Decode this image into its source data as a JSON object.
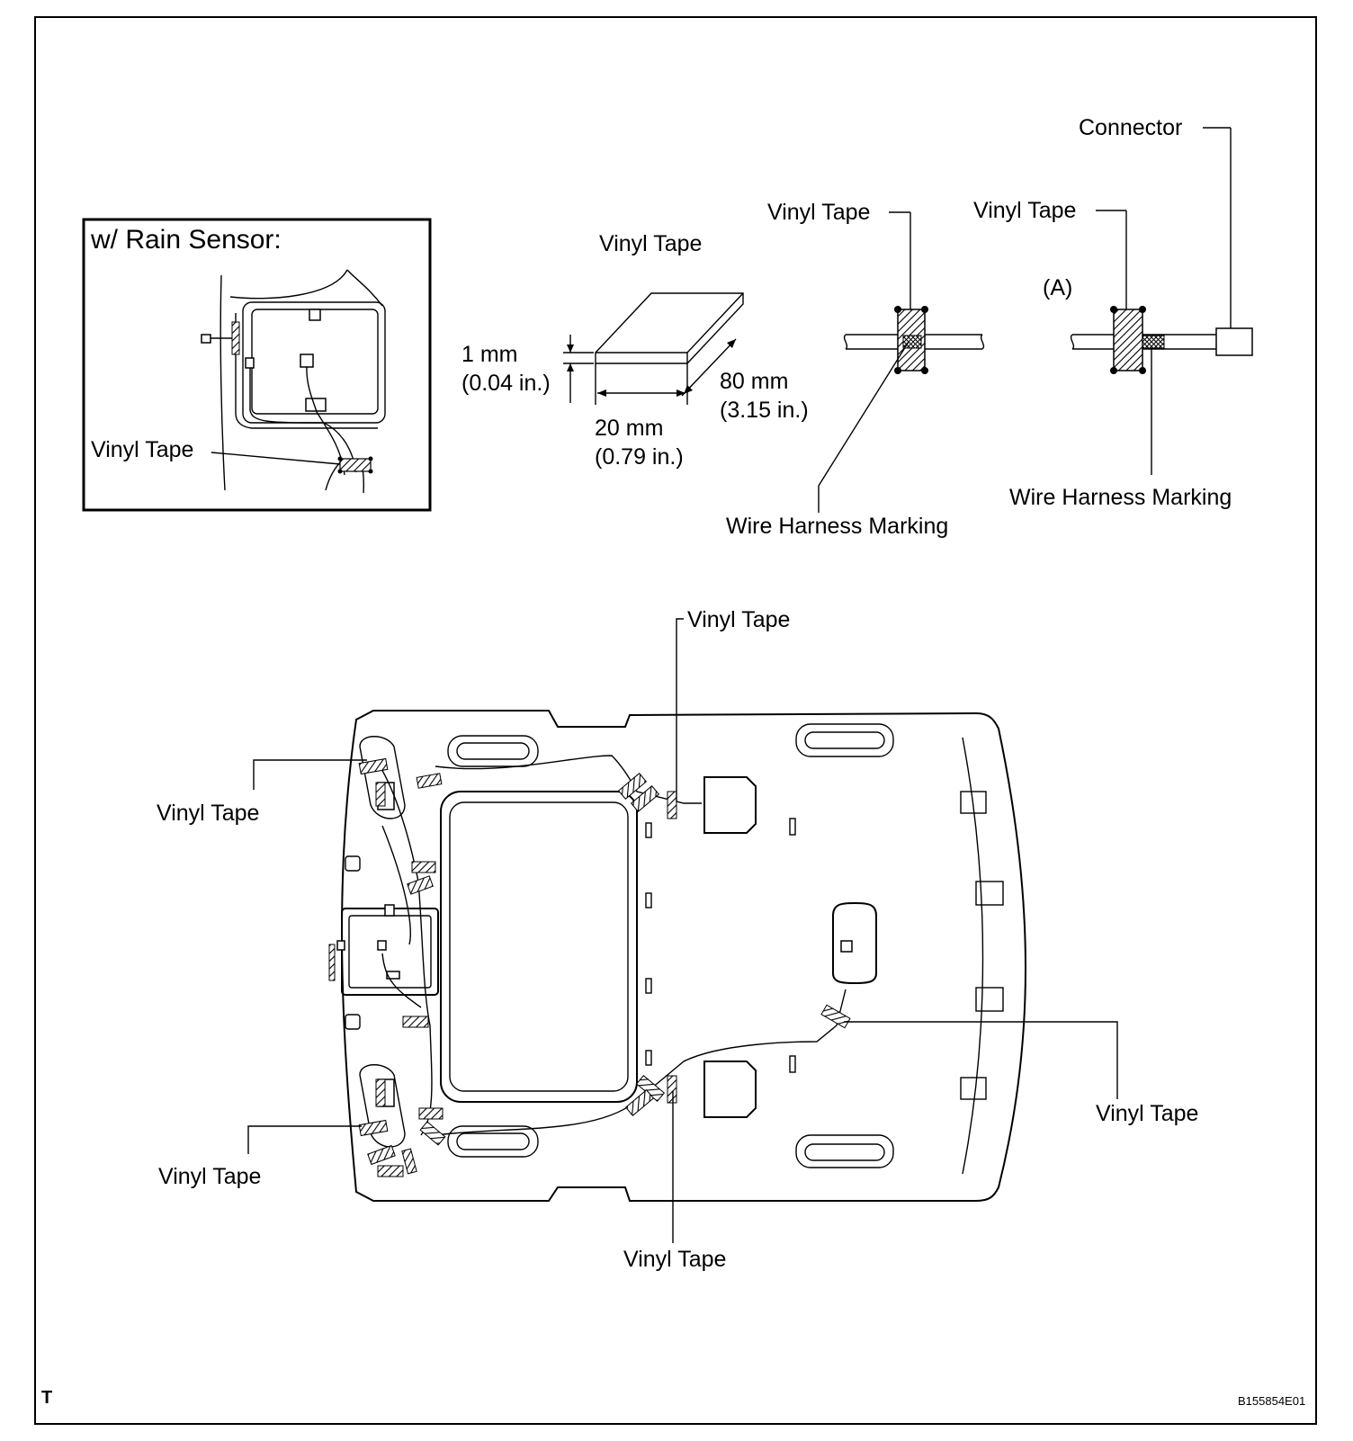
{
  "inset": {
    "title": "w/ Rain Sensor:",
    "tape_label": "Vinyl Tape"
  },
  "tape_spec": {
    "title": "Vinyl Tape",
    "thickness": "1 mm",
    "thickness_in": "(0.04 in.)",
    "width": "20 mm",
    "width_in": "(0.79 in.)",
    "length": "80 mm",
    "length_in": "(3.15 in.)"
  },
  "wrap_detail": {
    "tape_label": "Vinyl Tape",
    "marking_label": "Wire Harness Marking"
  },
  "connector_detail": {
    "tag": "(A)",
    "tape_label": "Vinyl Tape",
    "connector_label": "Connector",
    "marking_label": "Wire Harness Marking"
  },
  "headliner": {
    "label_top": "Vinyl Tape",
    "label_left_upper": "Vinyl Tape",
    "label_left_lower": "Vinyl Tape",
    "label_bottom": "Vinyl Tape",
    "label_right": "Vinyl Tape"
  },
  "footer": {
    "corner_mark": "T",
    "figure_id": "B155854E01"
  }
}
